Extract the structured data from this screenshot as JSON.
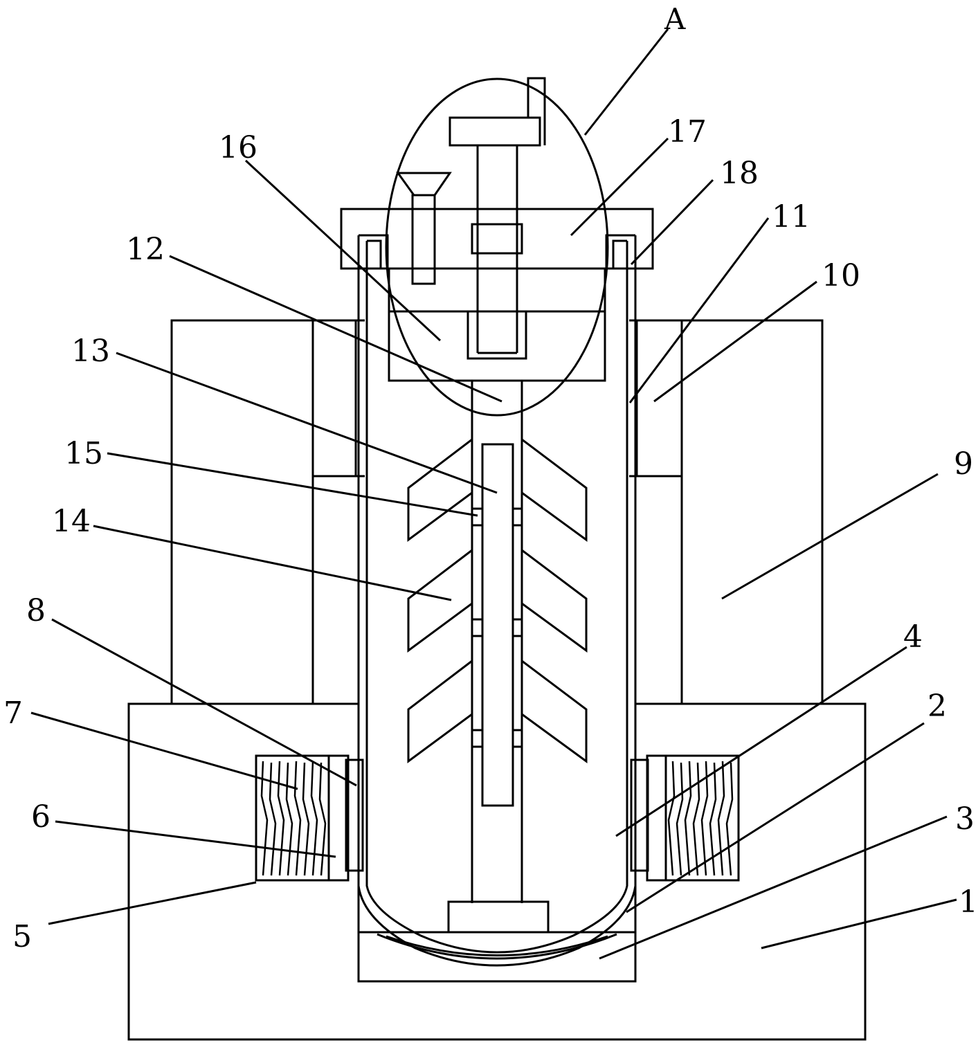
{
  "labels": {
    "l1": "1",
    "l2": "2",
    "l3": "3",
    "l4": "4",
    "l5": "5",
    "l6": "6",
    "l7": "7",
    "l8": "8",
    "l9": "9",
    "l10": "10",
    "l11": "11",
    "l12": "12",
    "l13": "13",
    "l14": "14",
    "l15": "15",
    "l16": "16",
    "l17": "17",
    "l18": "18",
    "detail": "A"
  },
  "colors": {
    "line": "#000000",
    "background": "#ffffff"
  }
}
